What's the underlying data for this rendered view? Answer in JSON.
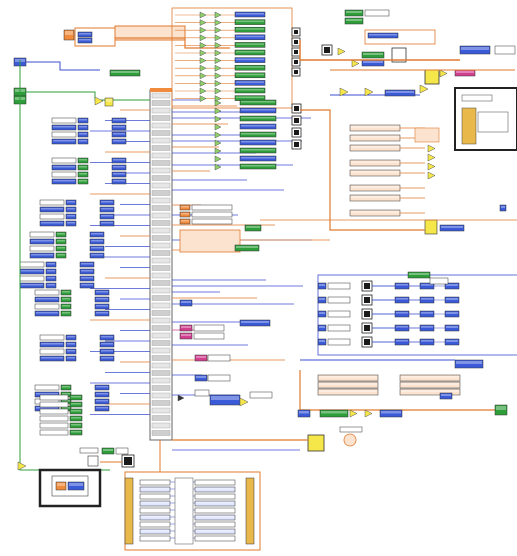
{
  "app": {
    "view": "block diagram"
  },
  "colors": {
    "background": "#ffffff",
    "wire_blue": "#3b4fd0",
    "wire_orange": "#e07a2e",
    "wire_green": "#2e9e3a",
    "wire_pink": "#d23f8f",
    "terminal_orange": "#f08a3c",
    "terminal_blue": "#3a5ad8",
    "terminal_green": "#2e9e3a",
    "case_frame": "#e8b84a",
    "bundle_bar": "#d8d8d8",
    "subvi_black": "#1a1a1a",
    "select_yellow": "#f5e74a"
  },
  "diagram": {
    "left_inputs": [
      {
        "label": "",
        "type": "green"
      },
      {
        "label": "",
        "type": "green"
      },
      {
        "label": "",
        "type": "green"
      },
      {
        "label": "",
        "type": "blue"
      },
      {
        "label": "",
        "type": "green"
      },
      {
        "label": "",
        "type": "blue"
      },
      {
        "label": "",
        "type": "green"
      }
    ]
  }
}
